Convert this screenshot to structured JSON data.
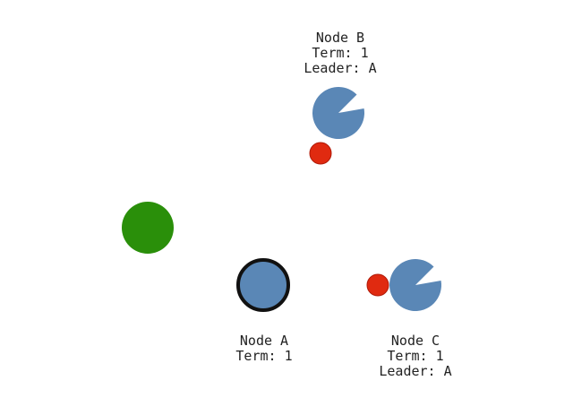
{
  "nodes": [
    {
      "id": "node-b",
      "name": "Node B",
      "term": "Term: 1",
      "leader": "Leader: A",
      "fill": "#5a87b6",
      "state": "follower"
    },
    {
      "id": "node-a",
      "name": "Node A",
      "term": "Term: 1",
      "leader": "",
      "fill": "#5a87b6",
      "state": "leader"
    },
    {
      "id": "node-c",
      "name": "Node C",
      "term": "Term: 1",
      "leader": "Leader: A",
      "fill": "#5a87b6",
      "state": "follower"
    }
  ],
  "messages": [
    {
      "id": "message-to-b",
      "color": "#e02a10"
    },
    {
      "id": "message-to-c",
      "color": "#e02a10"
    }
  ],
  "client": {
    "color": "#2a8f0a"
  },
  "colors": {
    "leader_outline": "#111111",
    "text": "#222222"
  }
}
